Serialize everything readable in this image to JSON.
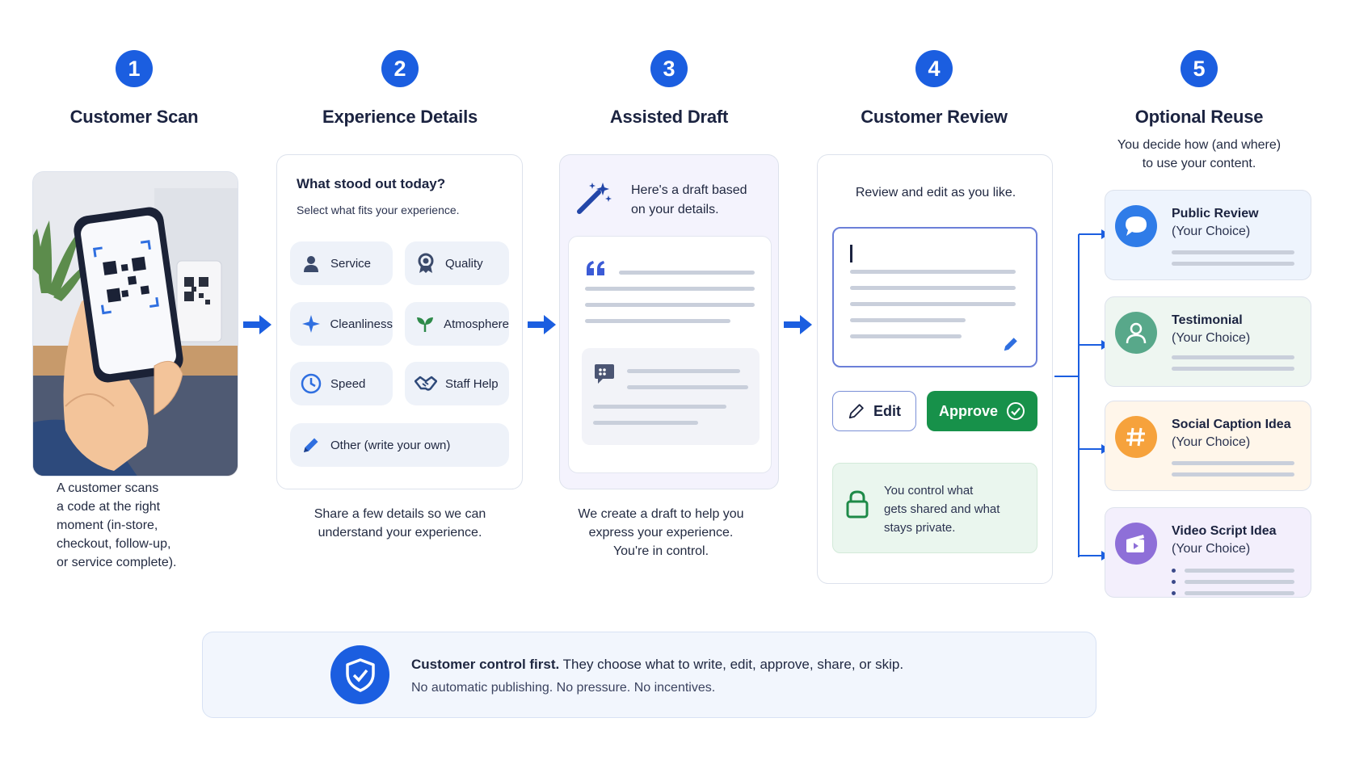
{
  "steps": [
    {
      "num": "1",
      "title": "Customer Scan"
    },
    {
      "num": "2",
      "title": "Experience Details"
    },
    {
      "num": "3",
      "title": "Assisted Draft"
    },
    {
      "num": "4",
      "title": "Customer Review"
    },
    {
      "num": "5",
      "title": "Optional Reuse"
    }
  ],
  "scan": {
    "caption": [
      "A customer scans",
      "a code at the right",
      "moment (in-store,",
      "checkout, follow-up,",
      "or service complete)."
    ]
  },
  "details": {
    "heading": "What stood out today?",
    "subheading": "Select what fits your experience.",
    "chips": [
      {
        "label": "Service",
        "icon": "person-icon"
      },
      {
        "label": "Quality",
        "icon": "award-icon"
      },
      {
        "label": "Cleanliness",
        "icon": "sparkle-icon"
      },
      {
        "label": "Atmosphere",
        "icon": "leaf-icon"
      },
      {
        "label": "Speed",
        "icon": "clock-icon"
      },
      {
        "label": "Staff Help",
        "icon": "handshake-icon"
      },
      {
        "label": "Other (write your own)",
        "icon": "pencil-icon"
      }
    ],
    "caption": [
      "Share a few details so we can",
      "understand your experience."
    ]
  },
  "draft": {
    "intro": [
      "Here's a draft based",
      "on your details."
    ],
    "caption": [
      "We create a draft to help you",
      "express your experience.",
      "You're in control."
    ]
  },
  "review": {
    "intro": "Review and edit as you like.",
    "edit_label": "Edit",
    "approve_label": "Approve",
    "privacy": [
      "You control what",
      "gets shared and what",
      "stays private."
    ]
  },
  "reuse": {
    "intro": [
      "You decide how (and where)",
      "to use your content."
    ],
    "options": [
      {
        "title": "Public Review",
        "sub": "(Your Choice)",
        "icon": "chat-bubble-icon",
        "color": "#2f7ce8",
        "bg": "#eef4fd"
      },
      {
        "title": "Testimonial",
        "sub": "(Your Choice)",
        "icon": "user-icon",
        "color": "#58a88a",
        "bg": "#eef6f1"
      },
      {
        "title": "Social Caption Idea",
        "sub": "(Your Choice)",
        "icon": "hashtag-icon",
        "color": "#f6a23c",
        "bg": "#fff6ea"
      },
      {
        "title": "Video Script Idea",
        "sub": "(Your Choice)",
        "icon": "video-icon",
        "color": "#8e6fd8",
        "bg": "#f3effc"
      }
    ]
  },
  "footer": {
    "bold": "Customer control first.",
    "rest": " They choose what to write, edit, approve, share, or skip.",
    "line2": "No automatic publishing. No pressure. No incentives."
  },
  "colors": {
    "primary": "#1b5ee0",
    "approve": "#17914a",
    "privacy_bg": "#eaf6ee"
  }
}
